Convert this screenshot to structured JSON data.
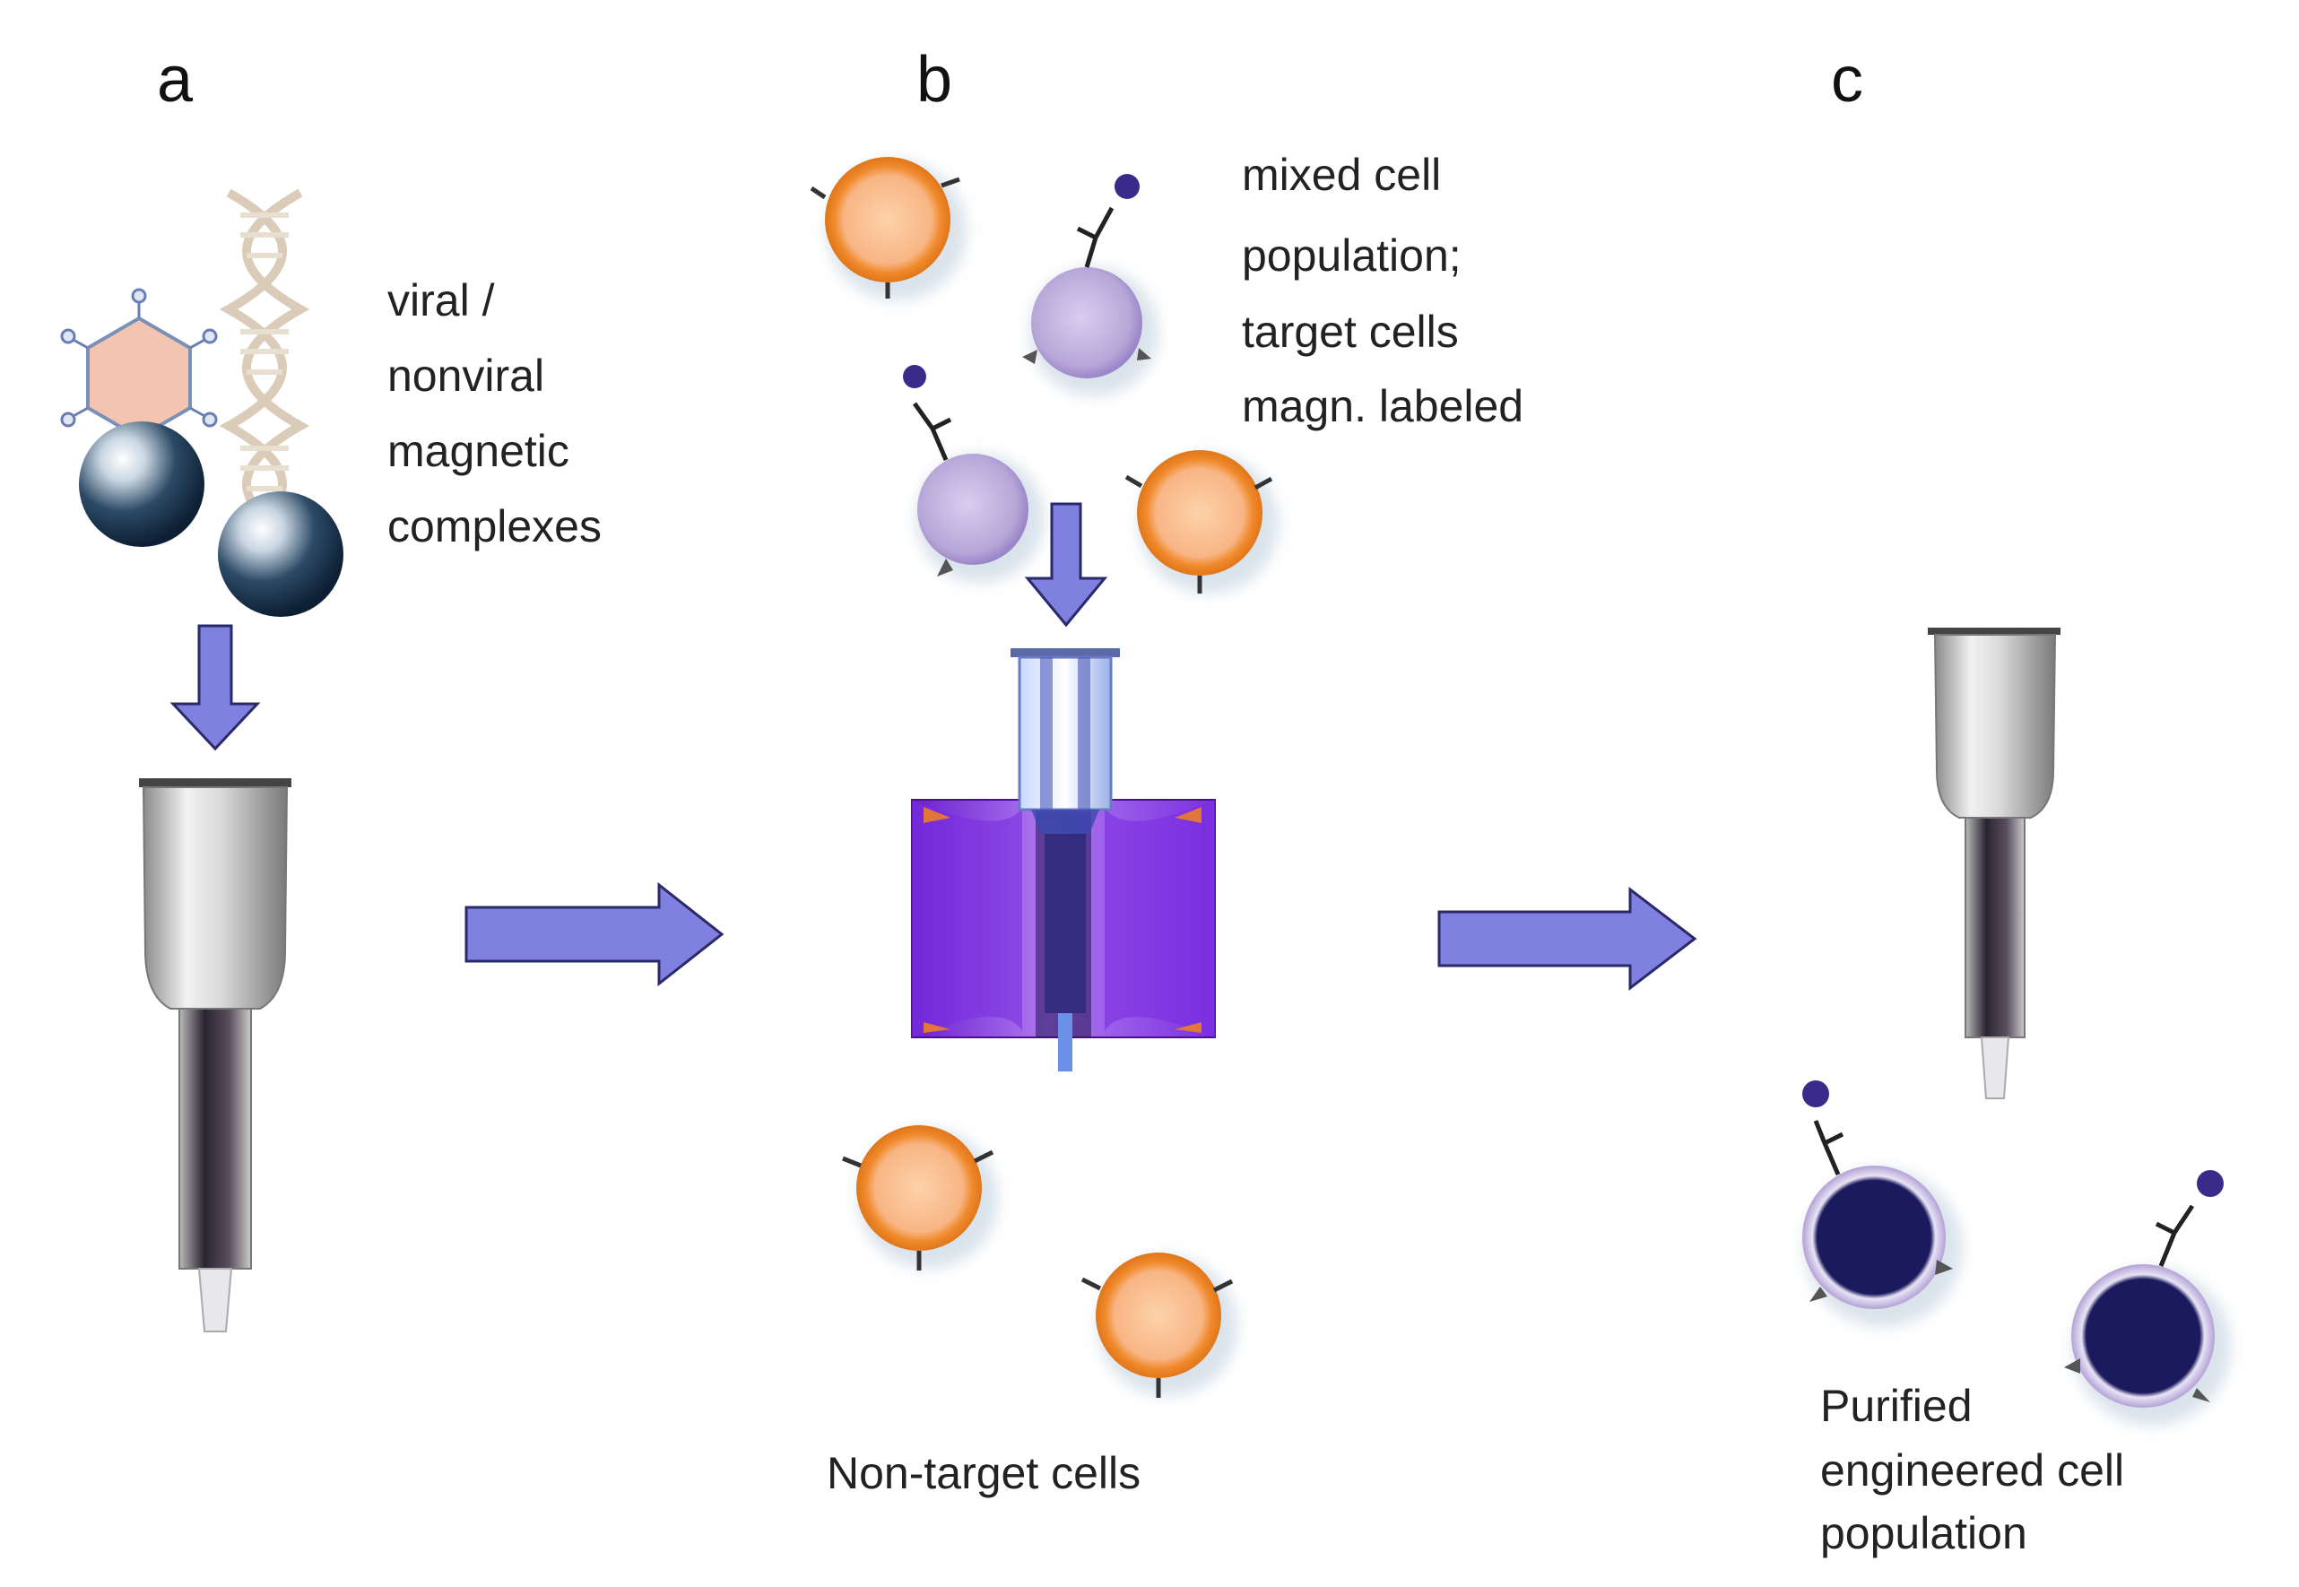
{
  "panels": {
    "a": {
      "letter": "a",
      "caption_lines": [
        "viral /",
        "nonviral",
        "magnetic",
        "complexes"
      ]
    },
    "b": {
      "letter": "b",
      "caption_lines": [
        "mixed cell",
        "population;",
        "target cells",
        "magn. labeled"
      ],
      "bottom_caption": "Non-target cells"
    },
    "c": {
      "letter": "c",
      "caption_lines": [
        "Purified",
        "engineered cell",
        "population"
      ]
    }
  },
  "colors": {
    "arrow": "#8080e0",
    "arrow_stroke": "#2a2a6a",
    "orange_cell": "#f08a2c",
    "orange_core": "#fbc79a",
    "purple_cell": "#b7a6d8",
    "purple_core": "#cfc3e8",
    "dark_core": "#1c1a5e",
    "magnet": "#8a2be2",
    "magnet_dark": "#5b1aa8",
    "bead": "#2c4a66"
  },
  "icons": [
    "magnetic-bead-icon",
    "virus-icon",
    "dna-helix-icon",
    "column-icon",
    "magnet-separator-icon",
    "cell-icon",
    "antibody-icon"
  ]
}
